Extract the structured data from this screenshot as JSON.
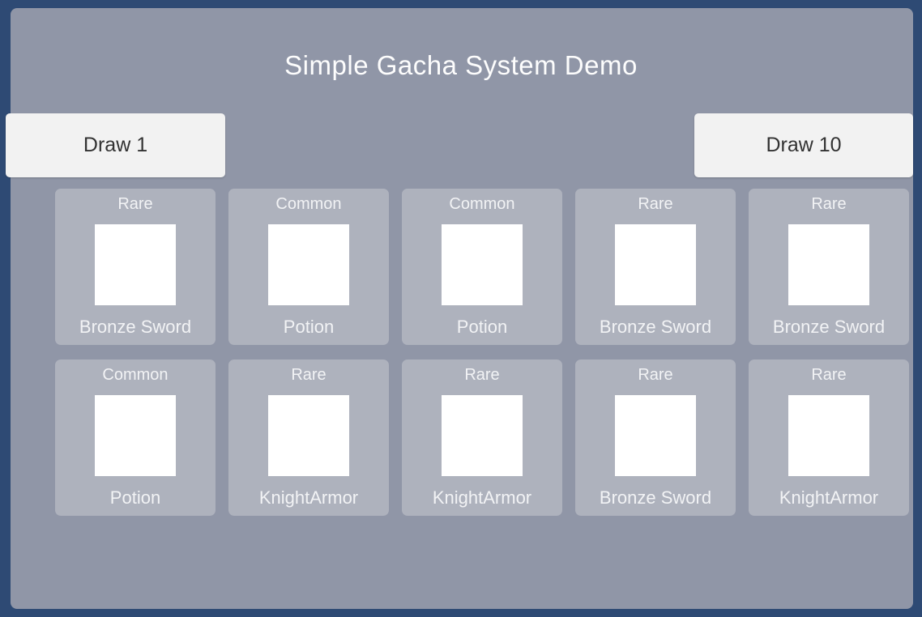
{
  "title": "Simple Gacha System Demo",
  "buttons": {
    "draw_one": "Draw 1",
    "draw_ten": "Draw 10"
  },
  "cards": [
    {
      "rarity": "Rare",
      "name": "Bronze Sword"
    },
    {
      "rarity": "Common",
      "name": "Potion"
    },
    {
      "rarity": "Common",
      "name": "Potion"
    },
    {
      "rarity": "Rare",
      "name": "Bronze Sword"
    },
    {
      "rarity": "Rare",
      "name": "Bronze Sword"
    },
    {
      "rarity": "Common",
      "name": "Potion"
    },
    {
      "rarity": "Rare",
      "name": "KnightArmor"
    },
    {
      "rarity": "Rare",
      "name": "KnightArmor"
    },
    {
      "rarity": "Rare",
      "name": "Bronze Sword"
    },
    {
      "rarity": "Rare",
      "name": "KnightArmor"
    }
  ],
  "colors": {
    "frame_border": "#2e4a74",
    "panel": "#9096a7",
    "card": "#aeb2bd",
    "card_thumb": "#ffffff",
    "button": "#f2f2f2",
    "button_text": "#323232",
    "text": "#f2f3f5"
  }
}
